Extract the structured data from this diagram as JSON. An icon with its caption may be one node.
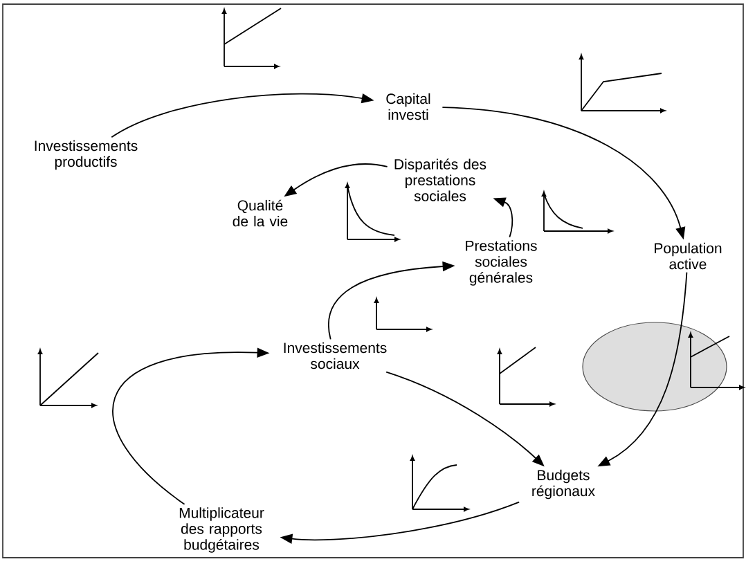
{
  "diagram": {
    "nodes": [
      {
        "text": [
          "Capital investi"
        ]
      },
      {
        "text": [
          "Investissements productifs"
        ]
      },
      {
        "text": [
          "Qualité de la vie"
        ]
      },
      {
        "text": [
          "Disparités des prestations sociales"
        ]
      },
      {
        "text": [
          "Prestations sociales générales"
        ]
      },
      {
        "text": [
          "Population active"
        ]
      },
      {
        "text": [
          "Investissements sociaux"
        ]
      },
      {
        "text": [
          "Budgets régionaux"
        ]
      },
      {
        "text": [
          "Multiplicateur des rapports budgétaires"
        ]
      }
    ],
    "edges": [
      {
        "from": 1,
        "to": 0,
        "arrow": "to"
      },
      {
        "from": 0,
        "to": 5,
        "arrow": "to"
      },
      {
        "from": 3,
        "to": 2,
        "arrow": "to"
      },
      {
        "from": 4,
        "to": 3,
        "arrow": "to"
      },
      {
        "from": 6,
        "to": 4,
        "arrow": "to"
      },
      {
        "from": 6,
        "to": 7,
        "arrow": "to"
      },
      {
        "from": 5,
        "to": 7,
        "arrow": "to"
      },
      {
        "from": 7,
        "to": 8,
        "arrow": "to"
      },
      {
        "from": 8,
        "to": 6,
        "arrow": "to"
      }
    ]
  }
}
